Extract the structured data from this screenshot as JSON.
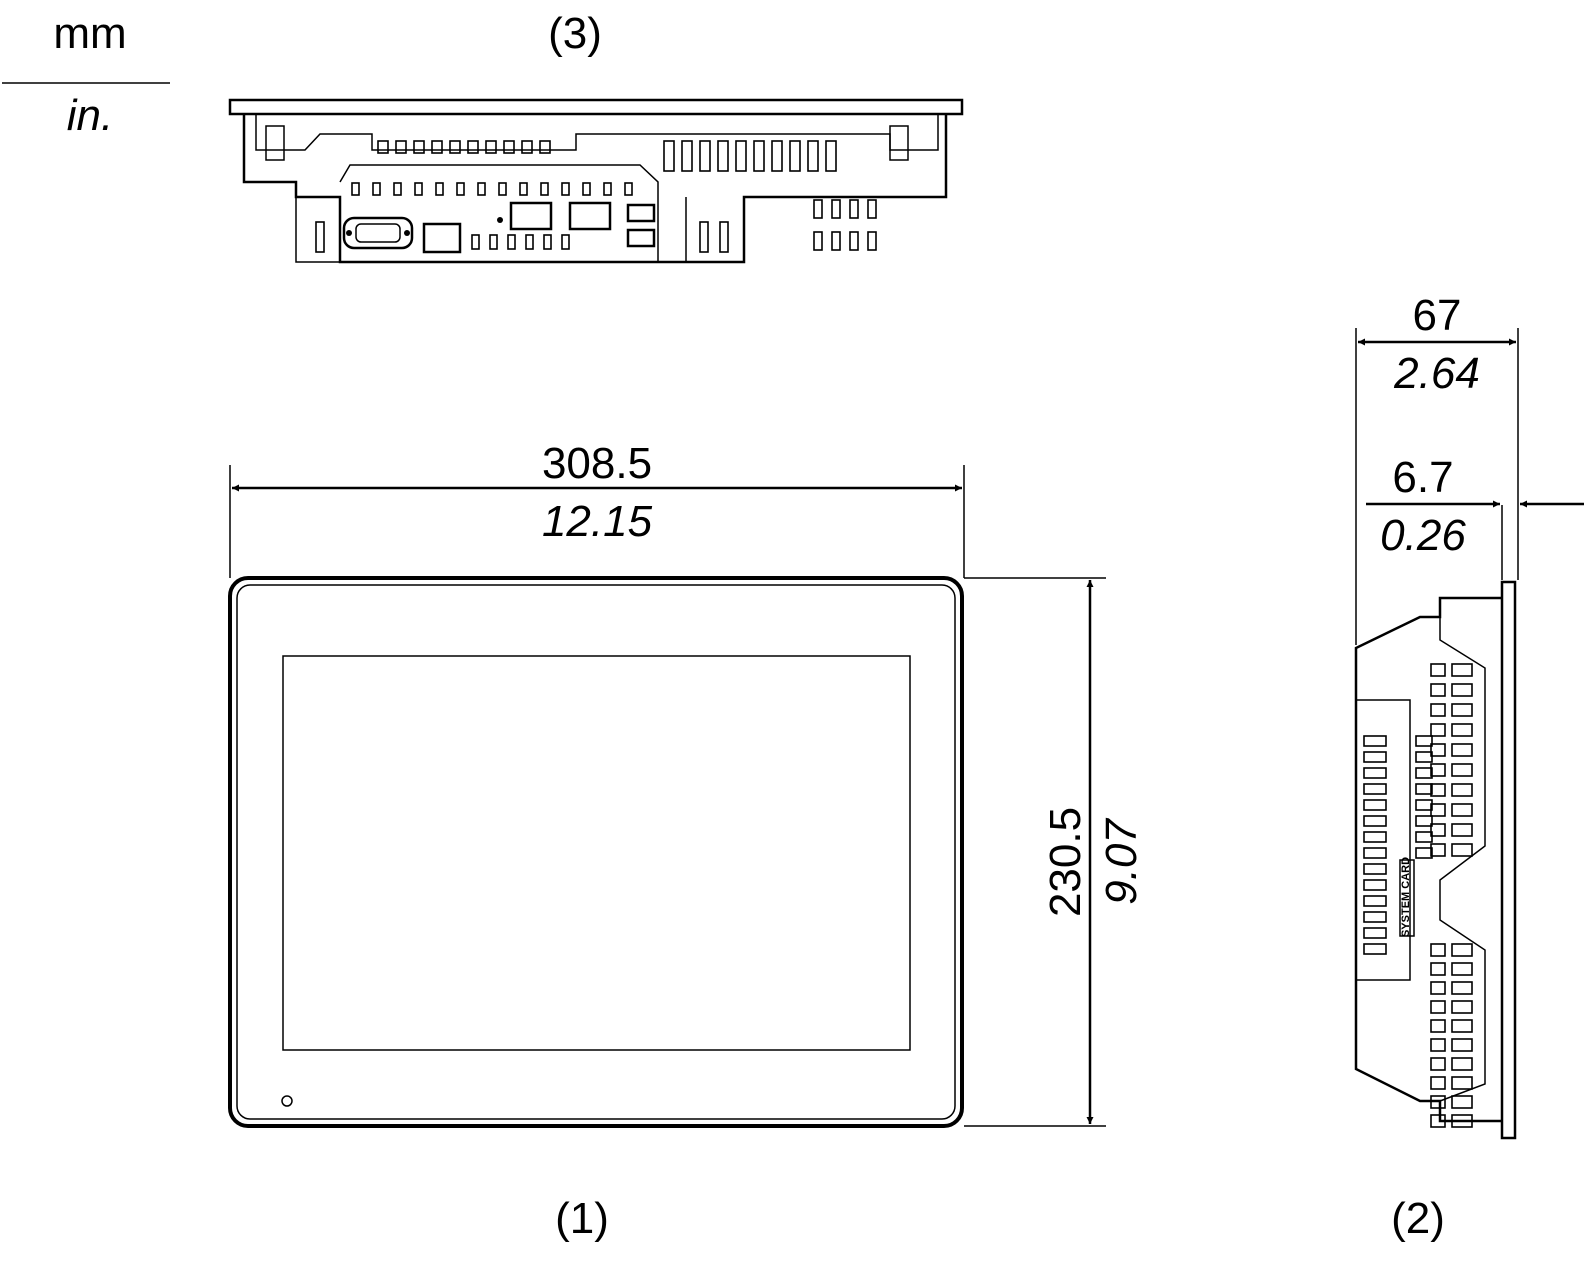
{
  "units": {
    "primary": "mm",
    "secondary": "in."
  },
  "views": {
    "front": "(1)",
    "side": "(2)",
    "top": "(3)"
  },
  "dimensions": {
    "width": {
      "mm": "308.5",
      "in": "12.15"
    },
    "height": {
      "mm": "230.5",
      "in": "9.07"
    },
    "depth": {
      "mm": "67",
      "in": "2.64"
    },
    "bezel": {
      "mm": "6.7",
      "in": "0.26"
    }
  },
  "side_label": "SYSTEM CARD"
}
